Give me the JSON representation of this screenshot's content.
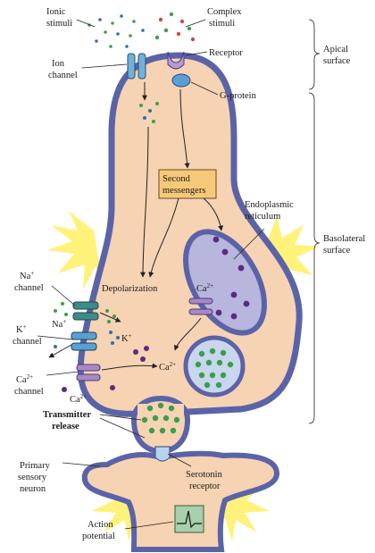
{
  "labels": {
    "ionic_stimuli": [
      "Ionic",
      "stimuli"
    ],
    "complex_stimuli": [
      "Complex",
      "stimuli"
    ],
    "ion_channel": [
      "Ion",
      "channel"
    ],
    "receptor": "Receptor",
    "g_protein": "G-protein",
    "second_messengers": [
      "Second",
      "messengers"
    ],
    "endoplasmic_reticulum": [
      "Endoplasmic",
      "reticulum"
    ],
    "depolarization": "Depolarization",
    "na_channel": [
      "Na",
      "+",
      "channel"
    ],
    "na_ion": [
      "Na",
      "+"
    ],
    "k_channel": [
      "K",
      "+",
      "channel"
    ],
    "k_ion": [
      "K",
      "+"
    ],
    "ca_er": [
      "Ca",
      "2+"
    ],
    "ca_cytosol": [
      "Ca",
      "2+"
    ],
    "ca_channel": [
      "Ca",
      "2+",
      "channel"
    ],
    "ca_entry": [
      "Ca",
      "2+"
    ],
    "transmitter_release": [
      "Transmitter",
      "release"
    ],
    "primary_sensory_neuron": [
      "Primary",
      "sensory",
      "neuron"
    ],
    "serotonin_receptor": [
      "Serotonin",
      "receptor"
    ],
    "action_potential": [
      "Action",
      "potential"
    ],
    "apical_surface": [
      "Apical",
      "surface"
    ],
    "basolateral_surface": [
      "Basolateral",
      "surface"
    ]
  },
  "colors": {
    "cell_fill": "#f6d3b3",
    "membrane": "#5b63a8",
    "er_fill": "#b8b6dd",
    "vesicle_fill": "#c9d6ee",
    "green_dot": "#39a04a",
    "purple_dot": "#5b2a82",
    "messenger_box": "#f6c97a",
    "yellow_glow": "#fff27a",
    "trace_box": "#a7d0ad"
  }
}
